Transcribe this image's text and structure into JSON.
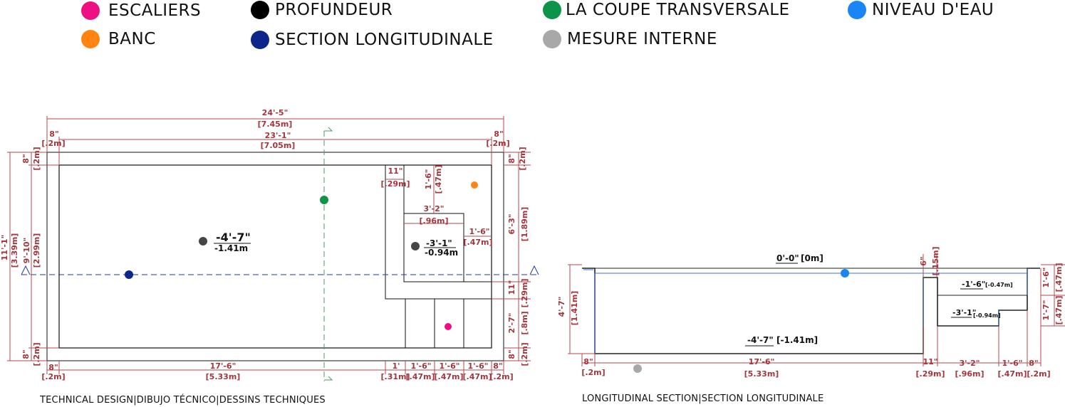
{
  "legend": [
    {
      "label": "ESCALIERS",
      "color": "#ee0f83"
    },
    {
      "label": "PROFUNDEUR",
      "color": "#000000"
    },
    {
      "label": "LA COUPE TRANSVERSALE",
      "color": "#0c9448"
    },
    {
      "label": "NIVEAU D'EAU",
      "color": "#1a85f5"
    },
    {
      "label": "BANC",
      "color": "#ff8412"
    },
    {
      "label": "SECTION LONGITUDINALE",
      "color": "#0c2789"
    },
    {
      "label": "MESURE INTERNE",
      "color": "#a8a8a8"
    }
  ],
  "captions": {
    "left": "TECHNICAL DESIGN|DIBUJO TÉCNICO|DESSINS TECHNIQUES",
    "right": "LONGITUDINAL SECTION|SECTION LONGITUDINALE"
  },
  "plan": {
    "total_length": "24'-5\"",
    "total_length_m": "[7.45m]",
    "inner_length": "23'-1\"",
    "inner_length_m": "[7.05m]",
    "wall_left": "8\"",
    "wall_left_m": "[.2m]",
    "wall_right": "8\"",
    "wall_right_m": "[.2m]",
    "wall_top": "8\"",
    "wall_top_m": "[.2m]",
    "wall_top_r": "8\"",
    "wall_top_r_m": "[.2m]",
    "total_width": "11'-1\"",
    "total_width_m": "[3.39m]",
    "inner_width": "9'-10\"",
    "inner_width_m": "[2.99m]",
    "wall_bottom": "8\"",
    "wall_bottom_m": "[.2m]",
    "wall_bottom_r": "8\"",
    "wall_bottom_r_m": "[.2m]",
    "right_top": "6'-3\"",
    "right_top_m": "[1.89m]",
    "right_mid": "11\"",
    "right_mid_m": "[.29m]",
    "right_bot": "2'-7\"",
    "right_bot_m": "[.8m]",
    "bench_w": "11\"",
    "bench_w_m": "[.29m]",
    "bench_top": "1'-6\"",
    "bench_top_m": "[.47m]",
    "step_w": "3'-2\"",
    "step_w_m": "[.96m]",
    "step_side": "1'-6\"",
    "step_side_m": "[.47m]",
    "depth_main": "-4'-7\"",
    "depth_main_m": "-1.41m",
    "depth_step": "-3'-1\"",
    "depth_step_m": "-0.94m",
    "bottom_main": "17'-6\"",
    "bottom_main_m": "[5.33m]",
    "bottom_wall_l": "8\"",
    "bottom_wall_l_m": "[.2m]",
    "stairs": [
      {
        "ft": "1'",
        "m": "[.31m]"
      },
      {
        "ft": "1'-6\"",
        "m": "[.47m]"
      },
      {
        "ft": "1'-6\"",
        "m": "[.47m]"
      },
      {
        "ft": "1'-6\"",
        "m": "[.47m]"
      },
      {
        "ft": "8\"",
        "m": "[.2m]"
      }
    ]
  },
  "section": {
    "water_level": "0'-0\"",
    "water_level_m": "[0m]",
    "freeboard": "6\"",
    "freeboard_m": "[.15m]",
    "depth_left": "4'-7\"",
    "depth_left_m": "[1.41m]",
    "bench_depth": "-1'-6\"",
    "bench_depth_m": "[-0.47m]",
    "step_depth": "-3'-1\"",
    "step_depth_m": "[-0.94m]",
    "floor_depth": "-4'-7\"",
    "floor_depth_m": "[-1.41m]",
    "right_top": "1'-6\"",
    "right_top_m": "[.47m]",
    "right_bot": "1'-7\"",
    "right_bot_m": "[.47m]",
    "bottom": [
      {
        "ft": "8\"",
        "m": "[.2m]"
      },
      {
        "ft": "17'-6\"",
        "m": "[5.33m]"
      },
      {
        "ft": "11\"",
        "m": "[.29m]"
      },
      {
        "ft": "3'-2\"",
        "m": "[.96m]"
      },
      {
        "ft": "1'-6\"",
        "m": "[.47m]"
      },
      {
        "ft": "8\"",
        "m": "[.2m]"
      }
    ]
  }
}
